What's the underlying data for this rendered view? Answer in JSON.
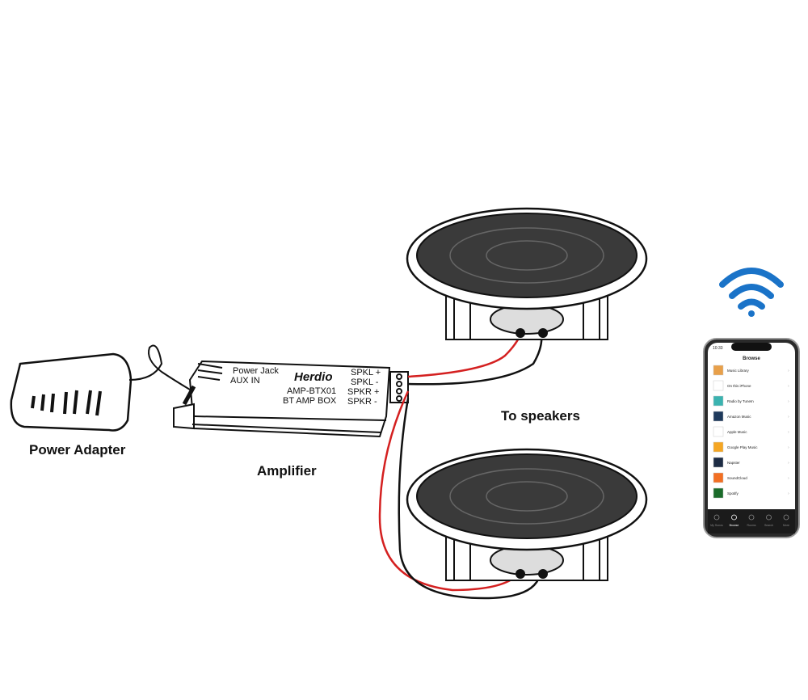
{
  "labels": {
    "power_adapter": "Power Adapter",
    "amplifier": "Amplifier",
    "to_speakers": "To  speakers"
  },
  "amplifier_box": {
    "power_jack": "Power Jack",
    "aux_in": "AUX IN",
    "brand": "Herdio",
    "model": "AMP-BTX01",
    "subtitle": "BT AMP BOX",
    "terminals": [
      "SPKL  +",
      "SPKL  -",
      "SPKR  +",
      "SPKR  -"
    ]
  },
  "phone": {
    "time": "10:33",
    "header": "Browse",
    "items": [
      "Music Library",
      "On this iPhone",
      "Radio by TuneIn",
      "Amazon Music",
      "Apple Music",
      "Google Play Music",
      "Napster",
      "SoundCloud",
      "Spotify"
    ],
    "item_colors": [
      "#e8a04a",
      "#ffffff",
      "#3bb3b0",
      "#1e3a5c",
      "#ffffff",
      "#f5a623",
      "#1d2c44",
      "#f26f23",
      "#1a6b2a"
    ],
    "tabs": [
      "My Sonos",
      "Browse",
      "Rooms",
      "Search",
      "More"
    ]
  },
  "icons": [
    "wifi-icon",
    "power-adapter",
    "amplifier",
    "ceiling-speaker",
    "smartphone"
  ],
  "colors": {
    "wire_positive": "#d42020",
    "wire_negative": "#111111",
    "wifi": "#1a73c8"
  }
}
